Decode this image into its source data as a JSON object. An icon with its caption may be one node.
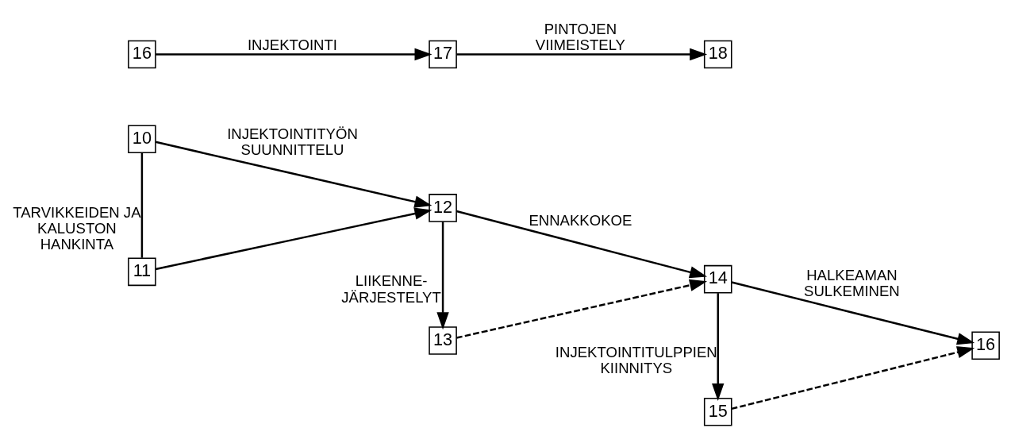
{
  "diagram": {
    "nodes": [
      {
        "text": [
          "10"
        ]
      },
      {
        "text": [
          "11"
        ]
      },
      {
        "text": [
          "12"
        ]
      },
      {
        "text": [
          "13"
        ]
      },
      {
        "text": [
          "14"
        ]
      },
      {
        "text": [
          "15"
        ]
      },
      {
        "text": [
          "16"
        ]
      },
      {
        "text": [
          "16"
        ]
      },
      {
        "text": [
          "17"
        ]
      },
      {
        "text": [
          "18"
        ]
      }
    ],
    "edges": [
      {
        "from": 0,
        "to": 2,
        "arrow": "to",
        "label": "INJEKTOINTITYÖN SUUNNITTELU"
      },
      {
        "from": 0,
        "to": 1,
        "arrow": "none",
        "label": "TARVIKKEIDEN JA KALUSTON HANKINTA"
      },
      {
        "from": 1,
        "to": 2,
        "arrow": "to"
      },
      {
        "from": 2,
        "to": 4,
        "arrow": "to",
        "label": "ENNAKKOKOE"
      },
      {
        "from": 2,
        "to": 3,
        "arrow": "to",
        "label": "LIIKENNE- JÄRJESTELYT"
      },
      {
        "from": 3,
        "to": 4,
        "arrow": "to",
        "style": "dashed"
      },
      {
        "from": 4,
        "to": 6,
        "arrow": "to",
        "label": "HALKEAMAN SULKEMINEN"
      },
      {
        "from": 4,
        "to": 5,
        "arrow": "to",
        "label": "INJEKTOINTITULPPIEN KIINNITYS"
      },
      {
        "from": 5,
        "to": 6,
        "arrow": "to",
        "style": "dashed"
      },
      {
        "from": 7,
        "to": 8,
        "arrow": "to",
        "label": "INJEKTOINTI"
      },
      {
        "from": 8,
        "to": 9,
        "arrow": "to",
        "label": "PINTOJEN VIIMEISTELY"
      }
    ]
  }
}
